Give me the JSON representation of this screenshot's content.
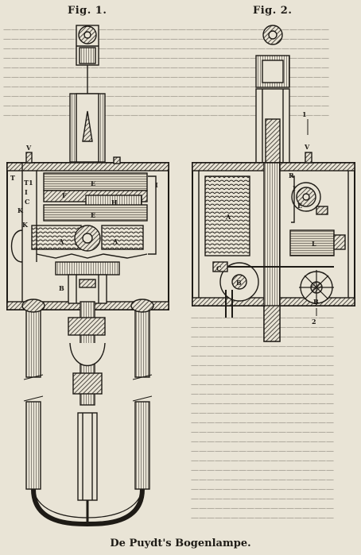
{
  "figures": {
    "fig1": {
      "title": "Fig. 1.",
      "labels": {
        "V": "V",
        "T": "T",
        "T1": "T1",
        "I": "I",
        "I2": "I",
        "C": "C",
        "K": "K",
        "K1": "K",
        "E_top": "E",
        "F": "F",
        "H": "H",
        "E_mid": "E",
        "A_left": "A",
        "A_right": "A",
        "B": "B"
      }
    },
    "fig2": {
      "title": "Fig. 2.",
      "labels": {
        "one": "1",
        "V": "V",
        "R": "R",
        "I": "I",
        "E": "E",
        "A": "A",
        "L": "L",
        "C": "C",
        "B_left": "B",
        "B_right": "B",
        "two": "2"
      }
    }
  },
  "caption": "De Puydt's Bogenlampe."
}
